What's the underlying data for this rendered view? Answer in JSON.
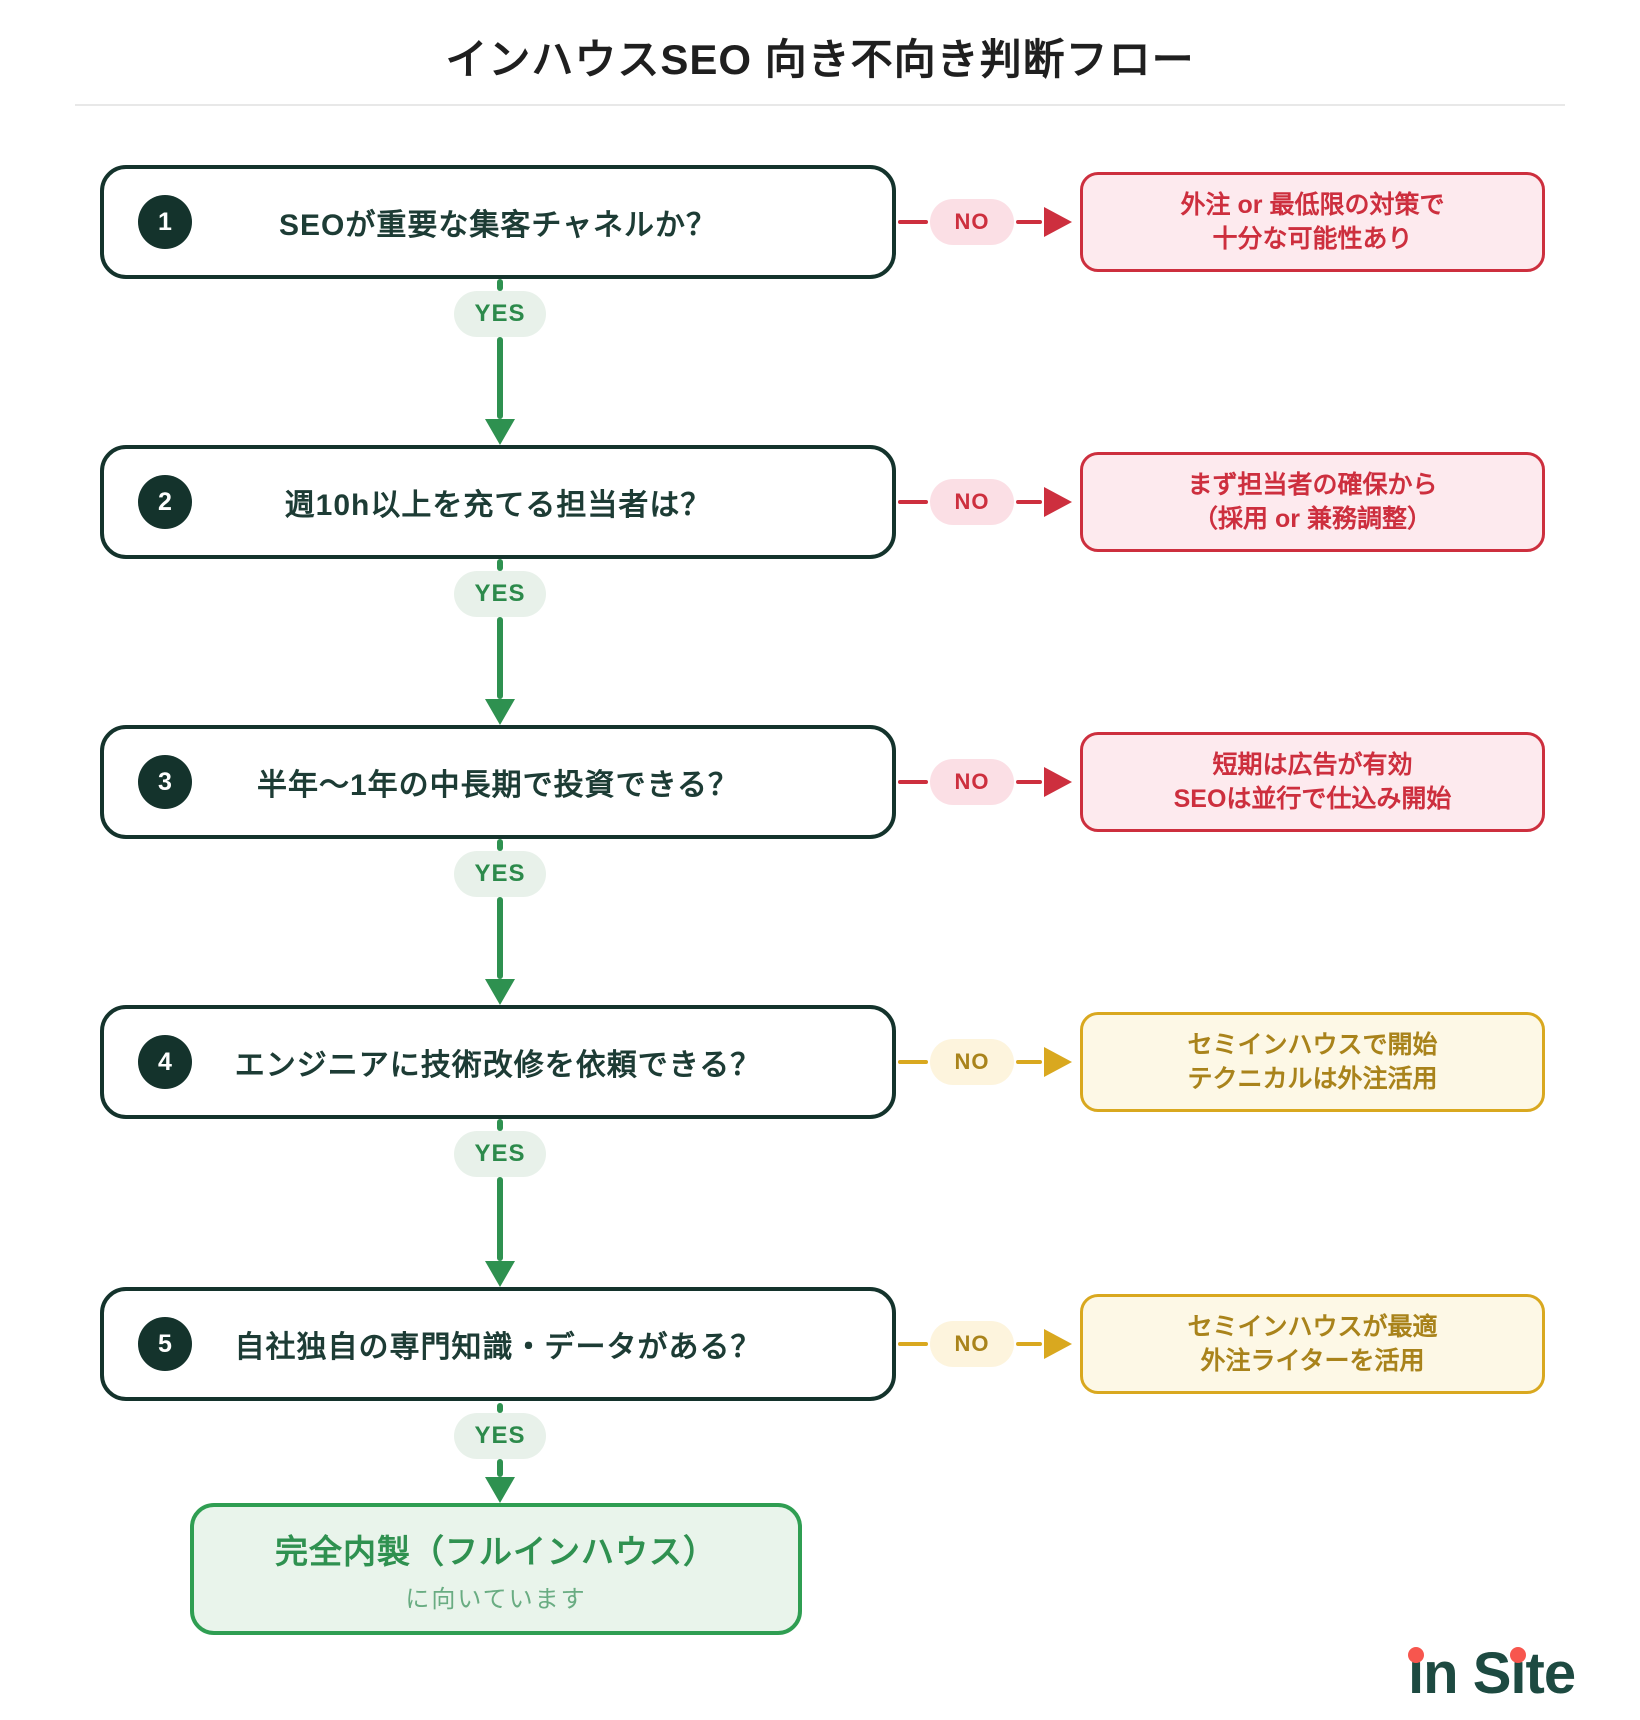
{
  "title": "インハウスSEO 向き不向き判断フロー",
  "labels": {
    "yes": "YES",
    "no": "NO"
  },
  "steps": [
    {
      "num": "1",
      "question": "SEOが重要な集客チャネルか？",
      "result_line1": "外注 or 最低限の対策で",
      "result_line2": "十分な可能性あり",
      "tone": "red"
    },
    {
      "num": "2",
      "question": "週10h以上を充てる担当者は？",
      "result_line1": "まず担当者の確保から",
      "result_line2": "（採用 or 兼務調整）",
      "tone": "red"
    },
    {
      "num": "3",
      "question": "半年〜1年の中長期で投資できる？",
      "result_line1": "短期は広告が有効",
      "result_line2": "SEOは並行で仕込み開始",
      "tone": "red"
    },
    {
      "num": "4",
      "question": "エンジニアに技術改修を依頼できる？",
      "result_line1": "セミインハウスで開始",
      "result_line2": "テクニカルは外注活用",
      "tone": "gold"
    },
    {
      "num": "5",
      "question": "自社独自の専門知識・データがある？",
      "result_line1": "セミインハウスが最適",
      "result_line2": "外注ライターを活用",
      "tone": "gold"
    }
  ],
  "final": {
    "title": "完全内製（フルインハウス）",
    "subtitle": "に向いています"
  },
  "logo": {
    "text": "in Site"
  },
  "colors": {
    "dark_teal": "#14332c",
    "question_text": "#1d3c35",
    "green": "#2e9150",
    "green_soft": "#e8f1ea",
    "red": "#cd2f3e",
    "red_soft": "#fbdfe5",
    "red_bg": "#fdeaee",
    "gold": "#d9a81f",
    "gold_soft": "#fdf4dd",
    "gold_bg": "#fdf8e6",
    "gold_text": "#a9831b",
    "final_border": "#2f9e52",
    "final_bg": "#e9f4eb",
    "logo_teal": "#1d4a41",
    "logo_red": "#f7564e"
  }
}
